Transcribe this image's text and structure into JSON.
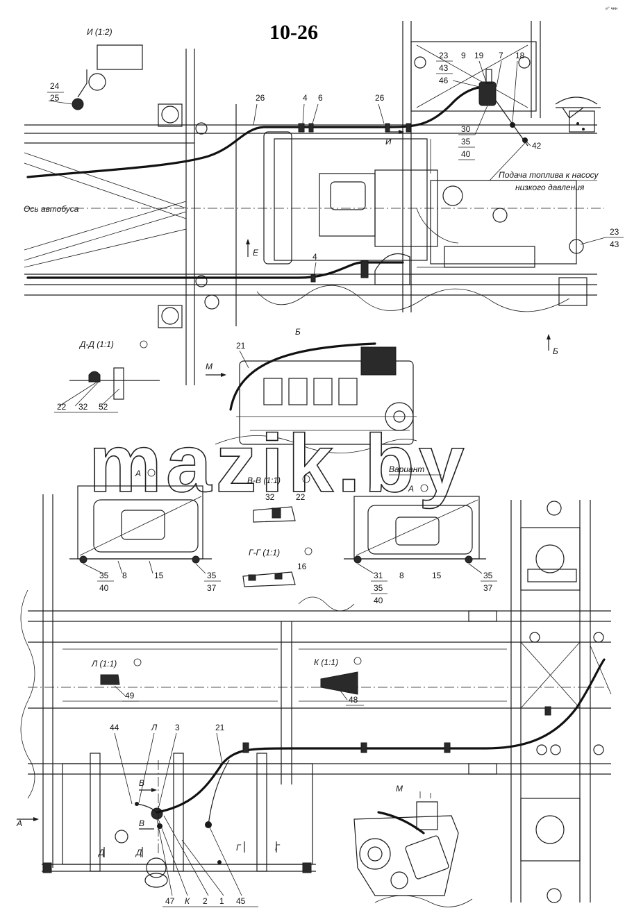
{
  "sheet": {
    "number": "10-26",
    "corner_mark": "ℯ° ҹнн",
    "watermark": "mazik.by"
  },
  "notes": {
    "fuel_supply_line1": "Подача топлива к насосу",
    "fuel_supply_line2": "низкого давления",
    "bus_axis": "Ось автобуса",
    "variant": "Вариант"
  },
  "views": {
    "i": "И (1:2)",
    "d": "Д-Д (1:1)",
    "a1": "А",
    "a2": "А",
    "b": "Б",
    "vv": "В-В (1:1)",
    "gg": "Г-Г (1:1)",
    "l": "Л (1:1)",
    "k": "К (1:1)",
    "m": "М"
  },
  "arrows": {
    "e": "Е",
    "b": "Б",
    "m": "М",
    "i": "И",
    "a": "А",
    "v_top": "В",
    "v_bot": "В",
    "d": "Д",
    "d2": "Д",
    "g": "Г",
    "g2": "Г",
    "l": "Л"
  },
  "callouts": {
    "top_i": [
      "24",
      "25"
    ],
    "top_line": [
      "26",
      "4",
      "6",
      "26",
      "4"
    ],
    "top_right": [
      "23",
      "43",
      "46",
      "9",
      "19",
      "7",
      "18"
    ],
    "top_right_low": [
      "30",
      "35",
      "40",
      "42"
    ],
    "right_edge": [
      "23",
      "43"
    ],
    "engine": "21",
    "dd": [
      "22",
      "32",
      "52"
    ],
    "vv": [
      "32",
      "22"
    ],
    "gg": "16",
    "a_left": [
      "35",
      "40",
      "8",
      "15",
      "35",
      "37"
    ],
    "a_right": [
      "31",
      "35",
      "40",
      "8",
      "15",
      "35",
      "37"
    ],
    "l": "49",
    "k": "48",
    "bottom_top": [
      "44",
      "Л",
      "3",
      "21"
    ],
    "bottom_low": [
      "47",
      "К",
      "2",
      "1",
      "45"
    ]
  }
}
